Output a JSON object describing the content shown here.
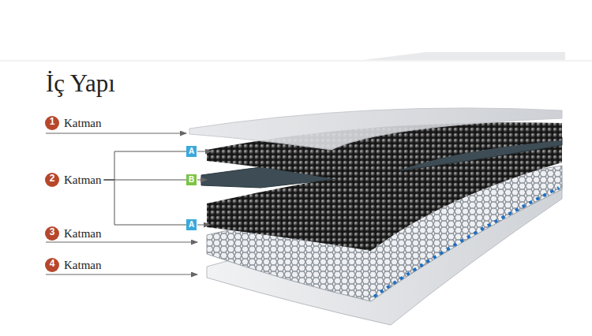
{
  "diagram": {
    "title": "İç Yapı",
    "nodes": [
      {
        "text": [
          "1",
          "Katman"
        ]
      },
      {
        "text": [
          "2",
          "Katman"
        ]
      },
      {
        "text": [
          "A"
        ]
      },
      {
        "text": [
          "B"
        ]
      },
      {
        "text": [
          "A"
        ]
      },
      {
        "text": [
          "3",
          "Katman"
        ]
      },
      {
        "text": [
          "4",
          "Katman"
        ]
      }
    ],
    "edges": [
      {
        "from": 1,
        "to": 2,
        "arrow": "none"
      },
      {
        "from": 1,
        "to": 3,
        "arrow": "none"
      },
      {
        "from": 1,
        "to": 4,
        "arrow": "none"
      }
    ]
  }
}
